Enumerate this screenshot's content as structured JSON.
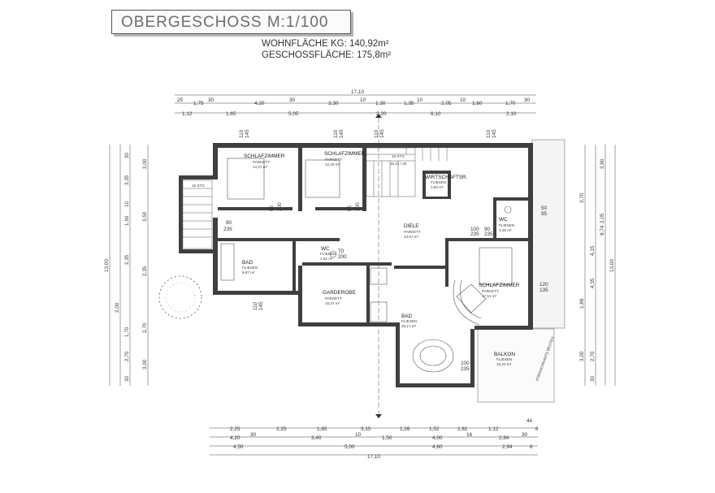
{
  "title": "OBERGESCHOSS  M:1/100",
  "areas": {
    "wohnflaeche": "WOHNFLÄCHE KG: 140,92m²",
    "geschossflaeche": "GESCHOSSFLÄCHE: 175,8m²"
  },
  "rooms": {
    "schlaf1": {
      "name": "SCHLAFZIMMER",
      "floor": "PARKETT",
      "area": "14,27 m²"
    },
    "schlaf2": {
      "name": "SCHLAFZIMMER",
      "floor": "PARKETT",
      "area": "12,25 m²"
    },
    "schlaf3": {
      "name": "SCHLAFZIMMER",
      "floor": "PARKETT",
      "area": "17,51 m²"
    },
    "wirtschaft": {
      "name": "WIRTSCHAFTSR.",
      "floor": "FLIESEN",
      "area": "2,60 m²"
    },
    "diele": {
      "name": "DIELE",
      "floor": "PARKETT",
      "area": "43,67 m²"
    },
    "wc1": {
      "name": "WC",
      "floor": "FLIESEN",
      "area": "1,52 m²"
    },
    "wc2": {
      "name": "WC",
      "floor": "FLIESEN",
      "area": "3,49 m²"
    },
    "bad1": {
      "name": "BAD",
      "floor": "FLIESEN",
      "area": "9,87 m²"
    },
    "bad2": {
      "name": "BAD",
      "floor": "FLIESEN",
      "area": "25,17 m²"
    },
    "garderobe": {
      "name": "GARDEROBE",
      "floor": "PARKETT",
      "area": "10,37 m²"
    },
    "balkon": {
      "name": "BALKON",
      "floor": "FLIESEN",
      "area": "16,20 m²"
    }
  },
  "stair": {
    "steps": "19 STG",
    "rise": "16,31 / 30"
  },
  "vordach": "VORDACHRANTE BESTEH.",
  "dims": {
    "top_total": "17,10",
    "top_row1": [
      "25",
      "1,75",
      "30",
      "4,20",
      "30",
      "3,30",
      "10",
      "1,30",
      "1,35",
      "10",
      "2,05",
      "10",
      "1,60",
      "1,70",
      "30"
    ],
    "top_row2": [
      "1,12",
      "1,65",
      "5,05",
      "2,20",
      "6,10",
      "2,10"
    ],
    "bottom_row1": [
      "2,25",
      "2,25",
      "1,85",
      "3,15",
      "1,26",
      "1,52",
      "1,81",
      "1,12",
      "44",
      "6"
    ],
    "bottom_row2": [
      "4,20",
      "30",
      "3,40",
      "10",
      "1,50",
      "4,00",
      "16",
      "2,84",
      "30"
    ],
    "bottom_row3": [
      "4,50",
      "5,00",
      "4,60",
      "2,94",
      "6"
    ],
    "bottom_total": "17,10",
    "left_total": "13,00",
    "left_outer": [
      "2,00",
      "3,50",
      "2,35",
      "2,70",
      "3,00"
    ],
    "left_inner": [
      "30",
      "3,35",
      "10",
      "1,60",
      "2,35",
      "2,00",
      "1,70",
      "2,70",
      "30"
    ],
    "right_total": "13,00",
    "right_outer": [
      "2,80",
      "2,05",
      "4,15",
      "9,74",
      "3,00"
    ],
    "right_inner": [
      "3,70",
      "4,35",
      "1,89",
      "2,70",
      "30"
    ]
  },
  "openings": [
    "110",
    "145",
    "110",
    "145",
    "110",
    "145",
    "110",
    "145",
    "90",
    "235",
    "85",
    "200",
    "85",
    "200",
    "100",
    "235",
    "70",
    "200",
    "90",
    "235",
    "110",
    "145",
    "100",
    "235",
    "120",
    "135",
    "50",
    "95"
  ],
  "stair_landing": "15 STG"
}
